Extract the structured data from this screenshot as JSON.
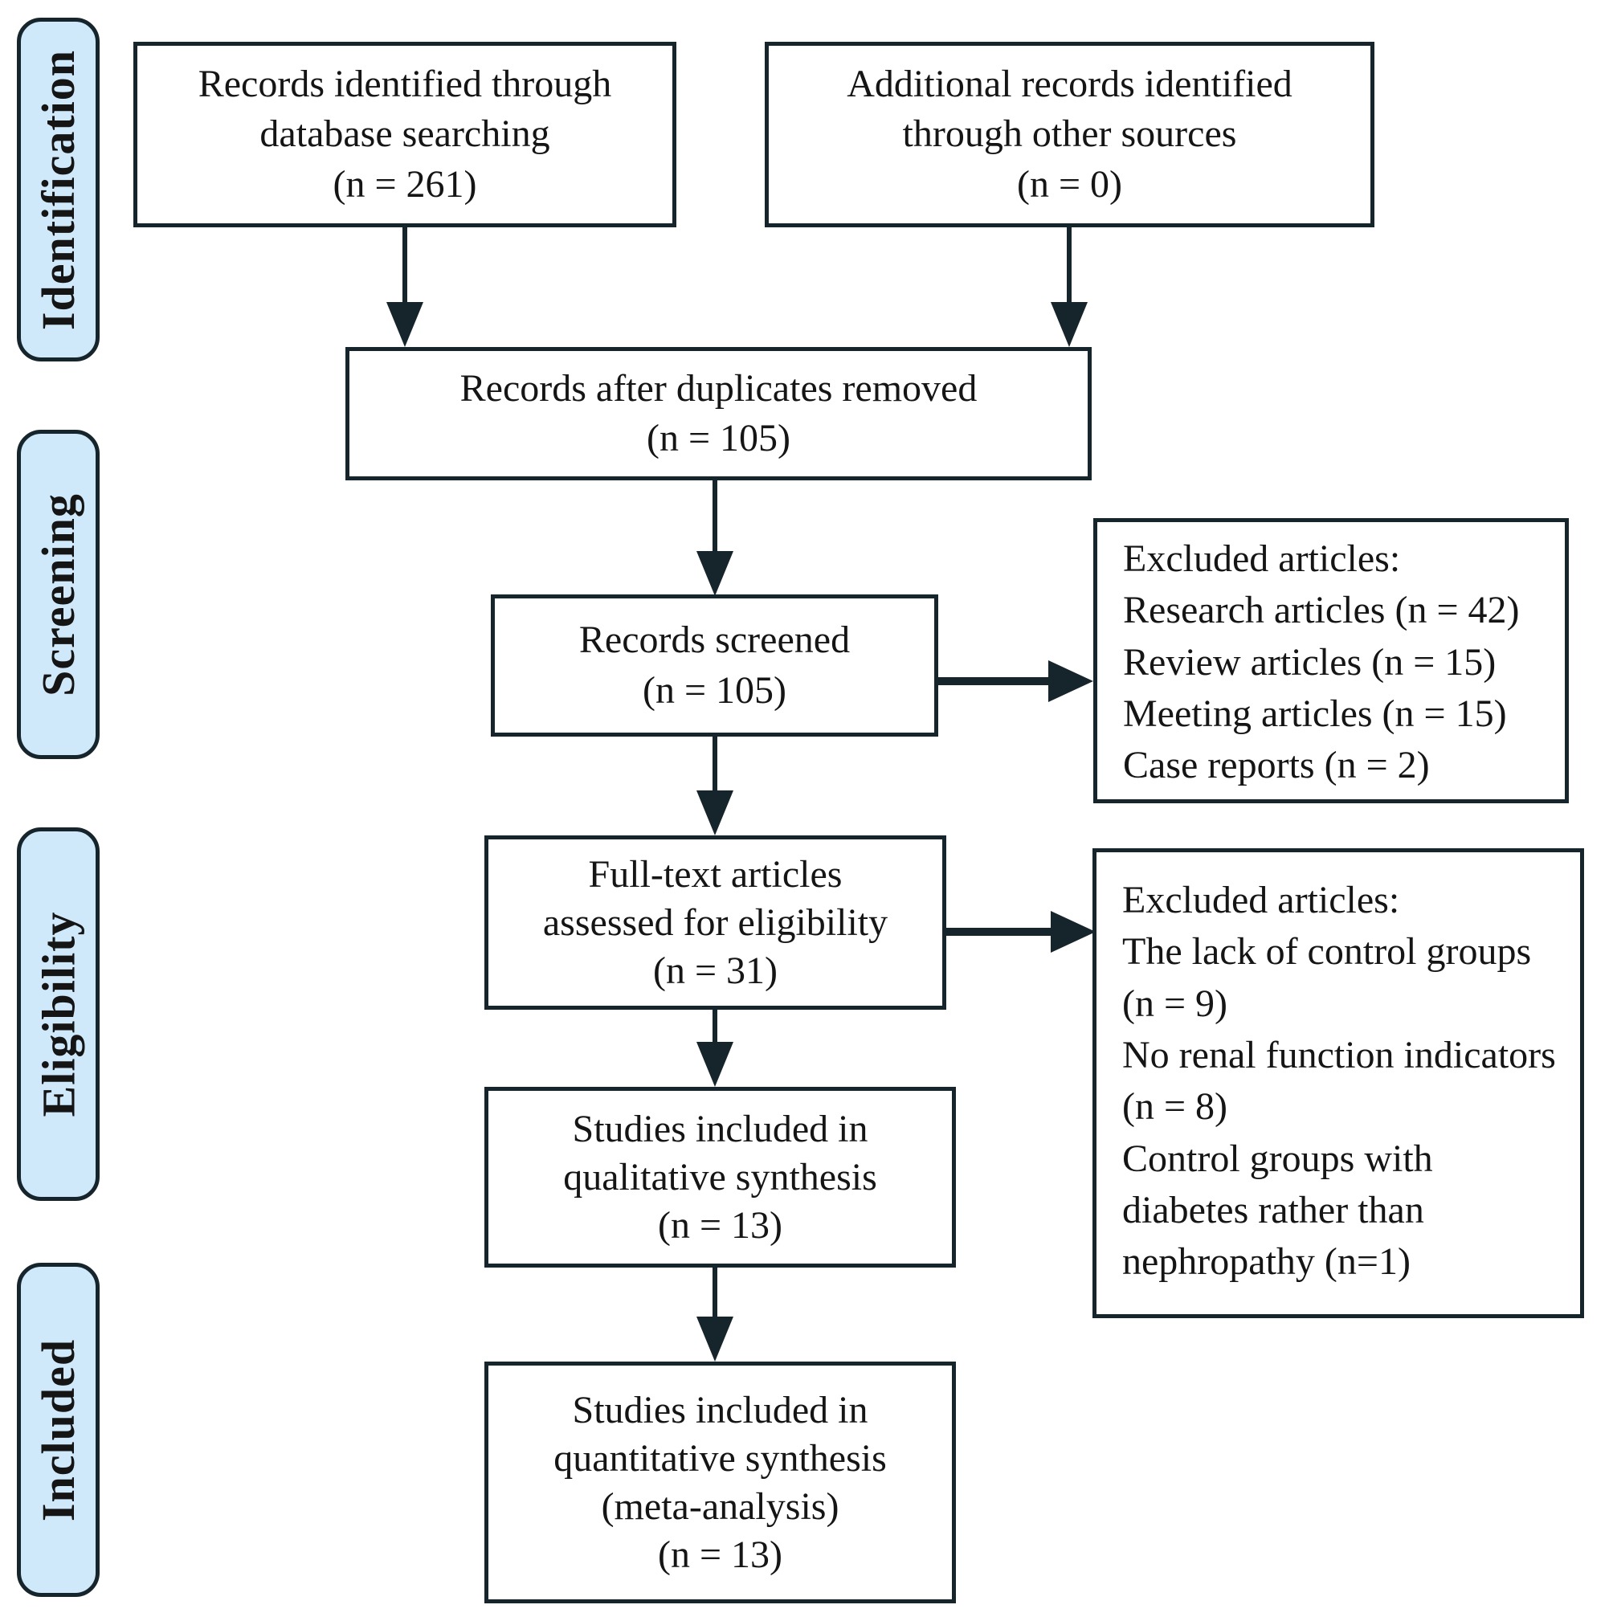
{
  "stage_labels": {
    "identification": "Identification",
    "screening": "Screening",
    "eligibility": "Eligibility",
    "included": "Included"
  },
  "boxes": {
    "records_identified": {
      "line1": "Records identified through",
      "line2": "database searching",
      "line3": "(n = 261)"
    },
    "additional_records": {
      "line1": "Additional records identified",
      "line2": "through other sources",
      "line3": "(n = 0)"
    },
    "duplicates_removed": {
      "line1": "Records after duplicates removed",
      "line2": "(n = 105)"
    },
    "records_screened": {
      "line1": "Records screened",
      "line2": "(n = 105)"
    },
    "excluded_screening": {
      "title": "Excluded articles:",
      "item1": "Research articles (n = 42)",
      "item2": "Review articles (n = 15)",
      "item3": "Meeting articles (n = 15)",
      "item4": "Case reports (n = 2)"
    },
    "fulltext_assessed": {
      "line1": "Full-text articles",
      "line2": "assessed for eligibility",
      "line3": "(n = 31)"
    },
    "excluded_eligibility": {
      "title": "Excluded articles:",
      "item1": "The lack of control groups (n = 9)",
      "item2": "No renal function indicators (n = 8)",
      "item3": "Control groups with diabetes rather than nephropathy (n=1)"
    },
    "qualitative_synthesis": {
      "line1": "Studies included in",
      "line2": "qualitative synthesis",
      "line3": "(n = 13)"
    },
    "quantitative_synthesis": {
      "line1": "Studies included in",
      "line2": "quantitative synthesis",
      "line3": "(meta-analysis)",
      "line4": "(n = 13)"
    }
  },
  "colors": {
    "stage_fill": "#cfe9fa",
    "line": "#16242c",
    "text": "#151515",
    "background": "#ffffff"
  }
}
